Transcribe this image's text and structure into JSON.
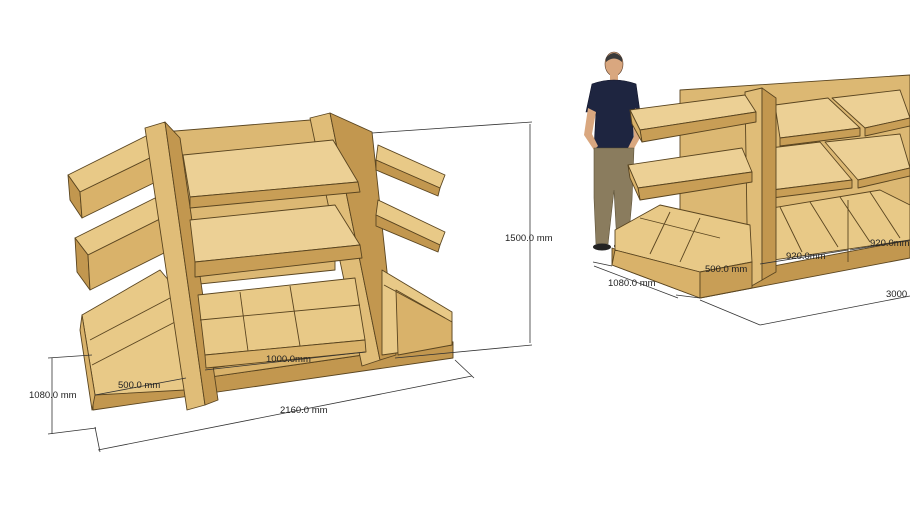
{
  "colors": {
    "wood_light": "#e8c987",
    "wood_mid": "#d9b26a",
    "wood_dark": "#c2974f",
    "wood_shadow": "#a98043",
    "edge": "#5a4520",
    "shirt": "#1e2540",
    "trousers": "#8a7c5e",
    "skin": "#d9a77f",
    "dimension_line": "#333333"
  },
  "model_left": {
    "dimensions": {
      "height": "1500.0 mm",
      "depth": "1080.0 mm",
      "width": "2160.0 mm",
      "side_bay": "500.0 mm",
      "center_bay": "1000.0mm"
    }
  },
  "model_right": {
    "dimensions": {
      "depth": "1080.0 mm",
      "end_bay": "500.0 mm",
      "bay_1": "920.0mm",
      "bay_2": "920.0mm",
      "length": "3000"
    },
    "person": {
      "icon": "person-figure"
    }
  }
}
